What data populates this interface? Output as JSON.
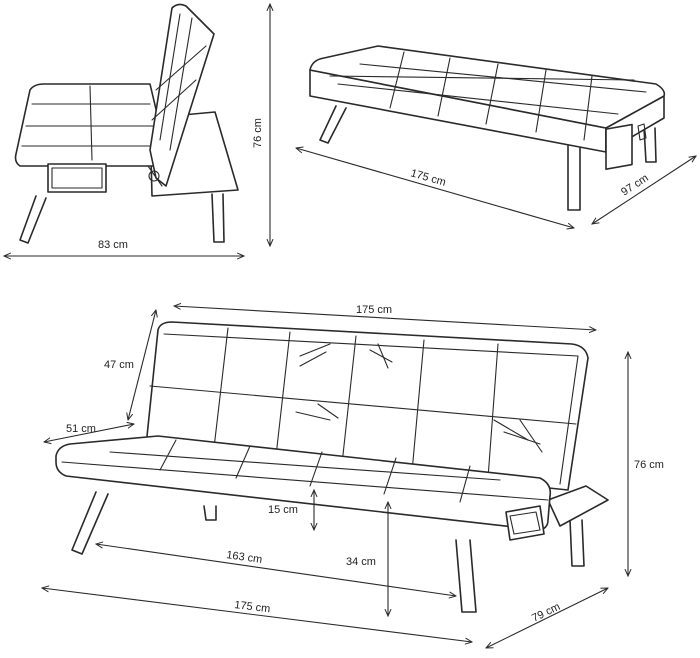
{
  "side_view": {
    "depth_label": "83 cm",
    "height_label": "76 cm"
  },
  "bed_view": {
    "length_label": "175 cm",
    "width_label": "97 cm"
  },
  "front_view": {
    "backrest_width_label": "175 cm",
    "backrest_height_label": "47 cm",
    "seat_depth_label": "51 cm",
    "overall_height_label": "76 cm",
    "leg_height_label": "15 cm",
    "seat_width_label": "163 cm",
    "seat_height_label": "34 cm",
    "overall_length_label": "175 cm",
    "overall_depth_label": "79 cm"
  },
  "colors": {
    "line": "#2a2a2a",
    "background": "#ffffff"
  }
}
